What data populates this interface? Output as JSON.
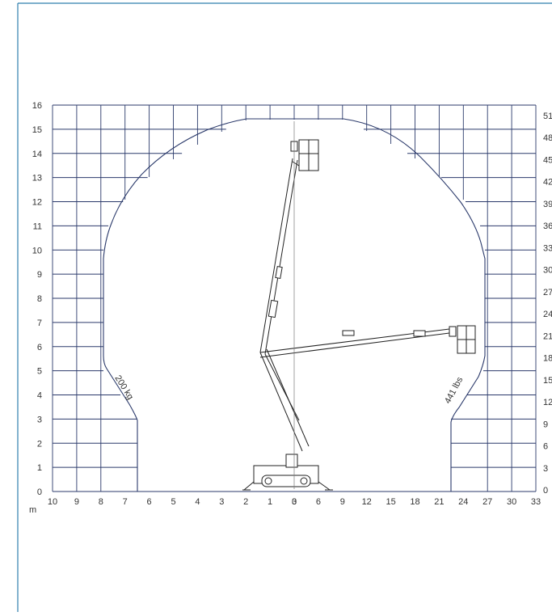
{
  "diagram": {
    "unit_left": "m",
    "left_y_ticks": [
      "0",
      "1",
      "2",
      "3",
      "4",
      "5",
      "6",
      "7",
      "8",
      "9",
      "10",
      "11",
      "12",
      "13",
      "14",
      "15",
      "16"
    ],
    "left_x_ticks": [
      "10",
      "9",
      "8",
      "7",
      "6",
      "5",
      "4",
      "3",
      "2",
      "1",
      "0"
    ],
    "right_x_ticks": [
      "3",
      "6",
      "9",
      "12",
      "15",
      "18",
      "21",
      "24",
      "27",
      "30",
      "33"
    ],
    "right_y_ticks": [
      "0",
      "3",
      "6",
      "9",
      "12",
      "15",
      "18",
      "21",
      "24",
      "27",
      "30",
      "33",
      "36",
      "39",
      "42",
      "45",
      "48",
      "51"
    ],
    "load_left": "200 kg",
    "load_right": "441 lbs"
  },
  "colors": {
    "frame": "#2f7fae",
    "grid": "#2b3a6b",
    "machine": "#222222"
  }
}
